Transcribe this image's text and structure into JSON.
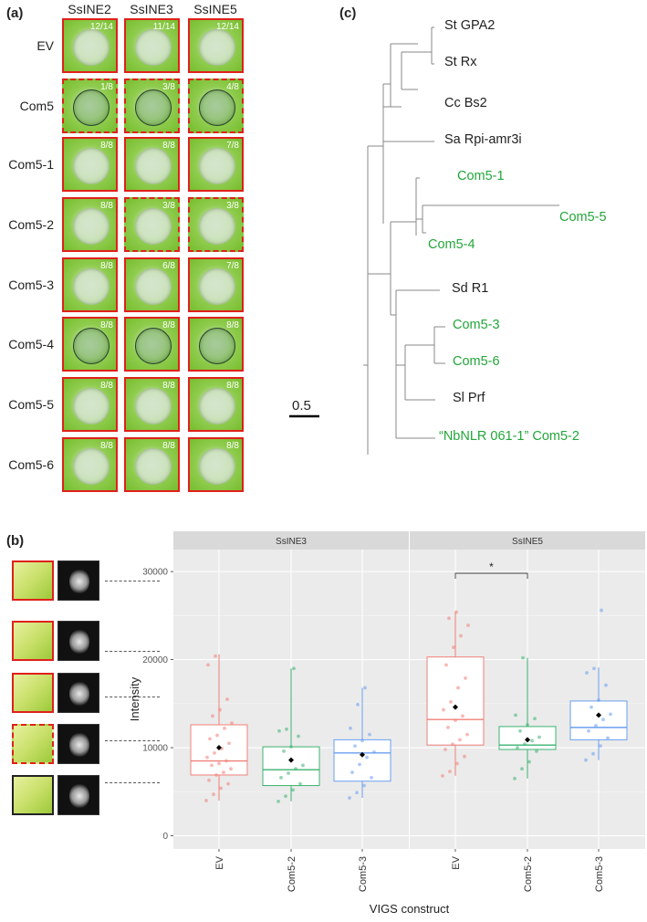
{
  "figure": {
    "panel_a": {
      "letter": "(a)",
      "columns": [
        "SsINE2",
        "SsINE3",
        "SsINE5"
      ],
      "rows": [
        {
          "label": "EV",
          "scores": [
            "12/14",
            "11/14",
            "12/14"
          ]
        },
        {
          "label": "Com5",
          "scores": [
            "1/8",
            "3/8",
            "4/8"
          ]
        },
        {
          "label": "Com5-1",
          "scores": [
            "8/8",
            "8/8",
            "7/8"
          ]
        },
        {
          "label": "Com5-2",
          "scores": [
            "8/8",
            "3/8",
            "3/8"
          ]
        },
        {
          "label": "Com5-3",
          "scores": [
            "8/8",
            "6/8",
            "7/8"
          ]
        },
        {
          "label": "Com5-4",
          "scores": [
            "8/8",
            "8/8",
            "8/8"
          ]
        },
        {
          "label": "Com5-5",
          "scores": [
            "8/8",
            "8/8",
            "8/8"
          ]
        },
        {
          "label": "Com5-6",
          "scores": [
            "8/8",
            "8/8",
            "8/8"
          ]
        }
      ]
    },
    "panel_c": {
      "letter": "(c)",
      "scale_label": "0.5",
      "taxa": [
        {
          "label": "St GPA2",
          "highlight": false
        },
        {
          "label": "St Rx",
          "highlight": false
        },
        {
          "label": "Cc Bs2",
          "highlight": false
        },
        {
          "label": "Sa Rpi-amr3i",
          "highlight": false
        },
        {
          "label": "Com5-1",
          "highlight": true
        },
        {
          "label": "Com5-5",
          "highlight": true
        },
        {
          "label": "Com5-4",
          "highlight": true
        },
        {
          "label": "Sd R1",
          "highlight": false
        },
        {
          "label": "Com5-3",
          "highlight": true
        },
        {
          "label": "Com5-6",
          "highlight": true
        },
        {
          "label": "Sl Prf",
          "highlight": false
        },
        {
          "label": "“NbNLR 061-1” Com5-2",
          "highlight": true
        }
      ],
      "highlight_color": "#22a63a"
    },
    "panel_b": {
      "letter": "(b)",
      "ylabel": "Intensity",
      "xlabel": "VIGS construct",
      "significance_marker": "*"
    }
  },
  "chart_data": {
    "type": "box",
    "ylabel": "Intensity",
    "xlabel": "VIGS construct",
    "ylim": [
      -1500,
      32500
    ],
    "yticks": [
      0,
      10000,
      20000,
      30000
    ],
    "categories": [
      "EV",
      "Com5-2",
      "Com5-3"
    ],
    "colors": {
      "EV": "#f08078",
      "Com5-2": "#3cb371",
      "Com5-3": "#6a9ff0"
    },
    "facets": [
      {
        "name": "SsINE3",
        "boxes": [
          {
            "category": "EV",
            "min": 4000,
            "q1": 6900,
            "median": 8500,
            "q3": 12600,
            "max": 20600,
            "mean": 10000,
            "points": [
              4000,
              4700,
              5400,
              5900,
              6300,
              6900,
              7200,
              7600,
              8000,
              8200,
              8500,
              8900,
              9400,
              9900,
              10500,
              11000,
              11400,
              12200,
              12800,
              13600,
              14300,
              15500,
              19400,
              20400
            ]
          },
          {
            "category": "Com5-2",
            "min": 3900,
            "q1": 5700,
            "median": 7500,
            "q3": 10100,
            "max": 19000,
            "mean": 8600,
            "points": [
              3900,
              4500,
              5200,
              5900,
              6600,
              7100,
              7600,
              8000,
              9600,
              10100,
              11300,
              11900,
              12100,
              19000
            ]
          },
          {
            "category": "Com5-3",
            "min": 4300,
            "q1": 6200,
            "median": 9400,
            "q3": 10900,
            "max": 16800,
            "mean": 9200,
            "points": [
              4300,
              4900,
              5700,
              6600,
              7200,
              8100,
              8900,
              9500,
              10200,
              10800,
              11500,
              12200,
              14900,
              16800
            ]
          }
        ]
      },
      {
        "name": "SsINE5",
        "boxes": [
          {
            "category": "EV",
            "min": 6800,
            "q1": 10300,
            "median": 13200,
            "q3": 20300,
            "max": 25400,
            "mean": 14600,
            "points": [
              6800,
              7300,
              8200,
              9000,
              9800,
              10400,
              10900,
              11500,
              12300,
              13100,
              13600,
              14300,
              15200,
              16800,
              17900,
              19400,
              21400,
              22700,
              23900,
              24700,
              25400
            ]
          },
          {
            "category": "Com5-2",
            "min": 6500,
            "q1": 9800,
            "median": 10300,
            "q3": 12400,
            "max": 20200,
            "mean": 10900,
            "points": [
              6500,
              7600,
              8400,
              9600,
              10000,
              10400,
              10800,
              11200,
              11900,
              12600,
              13300,
              13700,
              20200
            ]
          },
          {
            "category": "Com5-3",
            "min": 8600,
            "q1": 10900,
            "median": 12300,
            "q3": 15300,
            "max": 19100,
            "mean": 13700,
            "points": [
              8600,
              9300,
              10200,
              11100,
              11900,
              12500,
              13200,
              13800,
              14600,
              15400,
              17100,
              18500,
              19000,
              25600
            ]
          }
        ]
      }
    ],
    "significance": {
      "facet": "SsINE5",
      "between": [
        "EV",
        "Com5-2"
      ],
      "label": "*"
    }
  }
}
